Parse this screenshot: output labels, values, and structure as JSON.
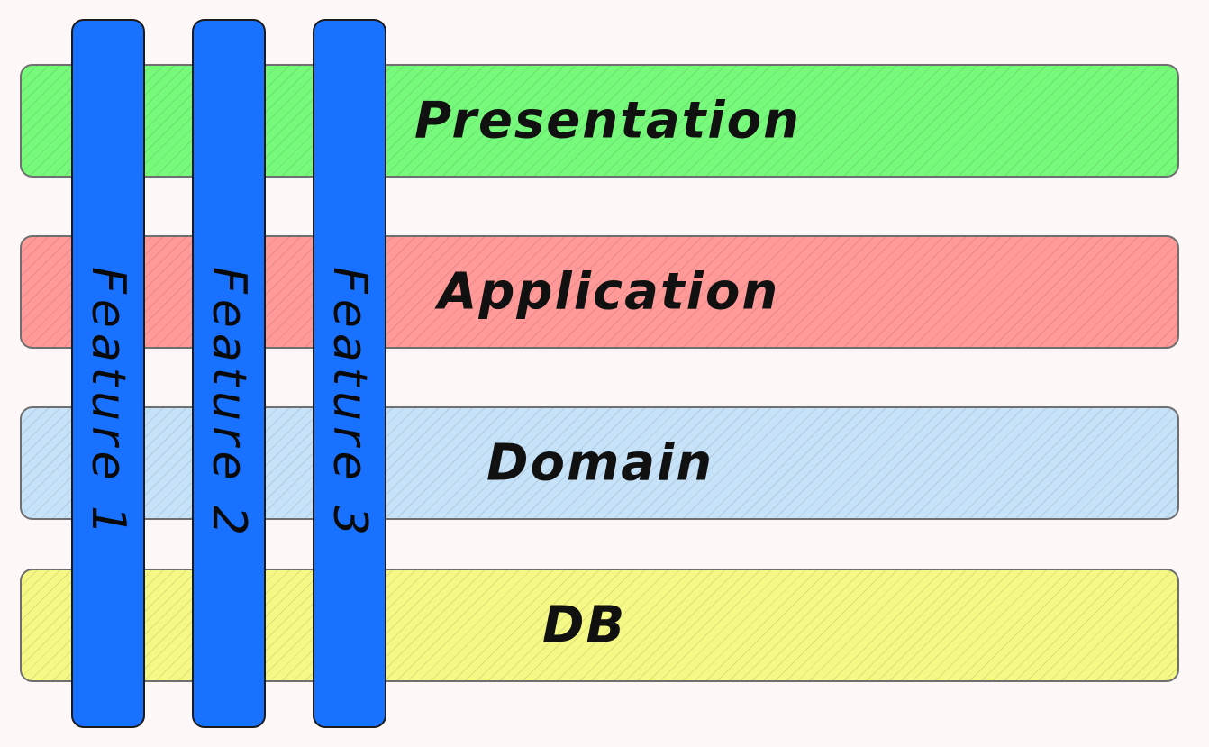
{
  "layers": [
    {
      "label": "Presentation",
      "color": "#77fa7c"
    },
    {
      "label": "Application",
      "color": "#ff9a98"
    },
    {
      "label": "Domain",
      "color": "#c6e2f8"
    },
    {
      "label": "DB",
      "color": "#f5f884"
    }
  ],
  "features": [
    {
      "label": "Feature 1",
      "color": "#1971ff"
    },
    {
      "label": "Feature 2",
      "color": "#1971ff"
    },
    {
      "label": "Feature 3",
      "color": "#1971ff"
    }
  ]
}
